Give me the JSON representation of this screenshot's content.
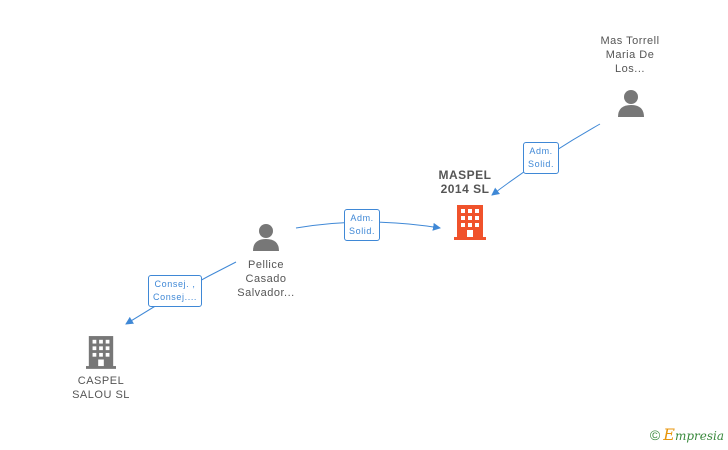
{
  "colors": {
    "edge": "#3f88d6",
    "person_icon": "#777777",
    "company_icon": "#777777",
    "focus_company_icon": "#f0522b"
  },
  "nodes": {
    "mas_torrell": {
      "line1": "Mas Torrell",
      "line2": "Maria De",
      "line3": "Los...",
      "icon": "person-icon"
    },
    "maspel": {
      "line1": "MASPEL",
      "line2": "2014  SL",
      "icon": "building-icon"
    },
    "pellice": {
      "line1": "Pellice",
      "line2": "Casado",
      "line3": "Salvador...",
      "icon": "person-icon"
    },
    "caspel": {
      "line1": "CASPEL",
      "line2": "SALOU SL",
      "icon": "building-icon"
    }
  },
  "edges": {
    "mas_to_maspel": {
      "line1": "Adm.",
      "line2": "Solid."
    },
    "pellice_to_maspel": {
      "line1": "Adm.",
      "line2": "Solid."
    },
    "pellice_to_caspel": {
      "line1": "Consej. ,",
      "line2": "Consej...."
    }
  },
  "brand": {
    "copyright": "©",
    "e": "E",
    "rest": "mpresia"
  }
}
